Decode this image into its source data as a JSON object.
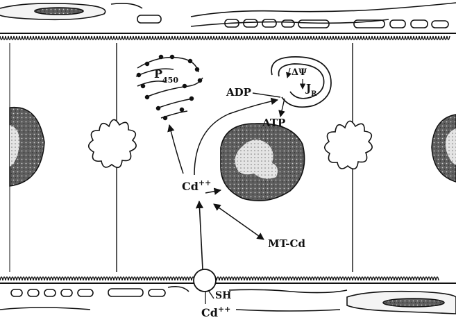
{
  "labels": {
    "p450_main": "P",
    "p450_sub": "450",
    "delta_psi": "ΔΨ",
    "jr_main": "J",
    "jr_sub": "R",
    "adp": "ADP",
    "atp": "ATP",
    "cd_center": "Cd",
    "cd_center_charge": "++",
    "mt_cd": "MT-Cd",
    "sh": "SH",
    "cd_bottom": "Cd",
    "cd_bottom_charge": "++"
  },
  "colors": {
    "ink": "#111111",
    "nucleus_fill": "#6a6a6a",
    "nucleus_light": "#d8d8d8",
    "background": "#ffffff"
  }
}
